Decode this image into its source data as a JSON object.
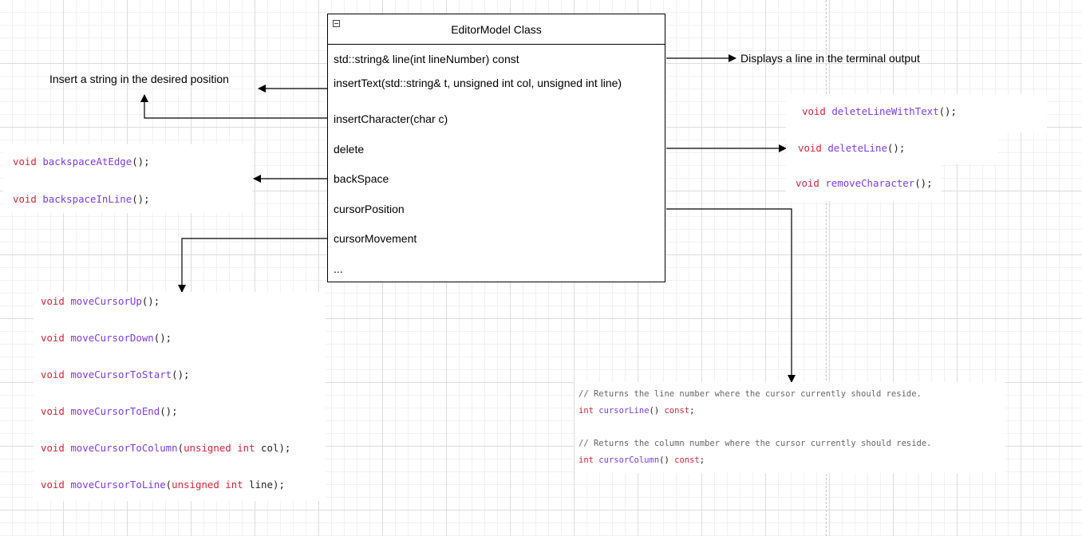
{
  "class_box": {
    "title": "EditorModel Class",
    "members": [
      "std::string& line(int lineNumber) const",
      "insertText(std::string& t, unsigned int col, unsigned int line)",
      "insertCharacter(char c)",
      "delete",
      "backSpace",
      "cursorPosition",
      "cursorMovement",
      "..."
    ]
  },
  "notes": {
    "line_note": "Displays a line in the terminal output",
    "insert_note": "Insert a string in the desired position"
  },
  "delete_code": [
    {
      "type": "void",
      "name": "deleteLineWithText",
      "tail": "();"
    },
    {
      "type": "void",
      "name": "deleteLine",
      "tail": "();"
    },
    {
      "type": "void",
      "name": "removeCharacter",
      "tail": "();"
    }
  ],
  "backspace_code": [
    {
      "type": "void",
      "name": "backspaceAtEdge",
      "tail": "();"
    },
    {
      "type": "void",
      "name": "backspaceInLine",
      "tail": "();"
    }
  ],
  "movement_code": [
    {
      "type": "void",
      "name": "moveCursorUp",
      "tail": "();"
    },
    {
      "type": "void",
      "name": "moveCursorDown",
      "tail": "();"
    },
    {
      "type": "void",
      "name": "moveCursorToStart",
      "tail": "();"
    },
    {
      "type": "void",
      "name": "moveCursorToEnd",
      "tail": "();"
    },
    {
      "type": "void",
      "name": "moveCursorToColumn",
      "open": "(",
      "arg_kw": "unsigned int",
      "arg_name": " col",
      "close": ");"
    },
    {
      "type": "void",
      "name": "moveCursorToLine",
      "open": "(",
      "arg_kw": "unsigned int",
      "arg_name": " line",
      "close": ");"
    }
  ],
  "position_code": {
    "comment1": "// Returns the line number where the cursor currently should reside.",
    "decl1": {
      "type": "int",
      "name": "cursorLine",
      "mid": "() ",
      "kw": "const",
      "end": ";"
    },
    "comment2": "// Returns the column number where the cursor currently should reside.",
    "decl2": {
      "type": "int",
      "name": "cursorColumn",
      "mid": "() ",
      "kw": "const",
      "end": ";"
    }
  }
}
